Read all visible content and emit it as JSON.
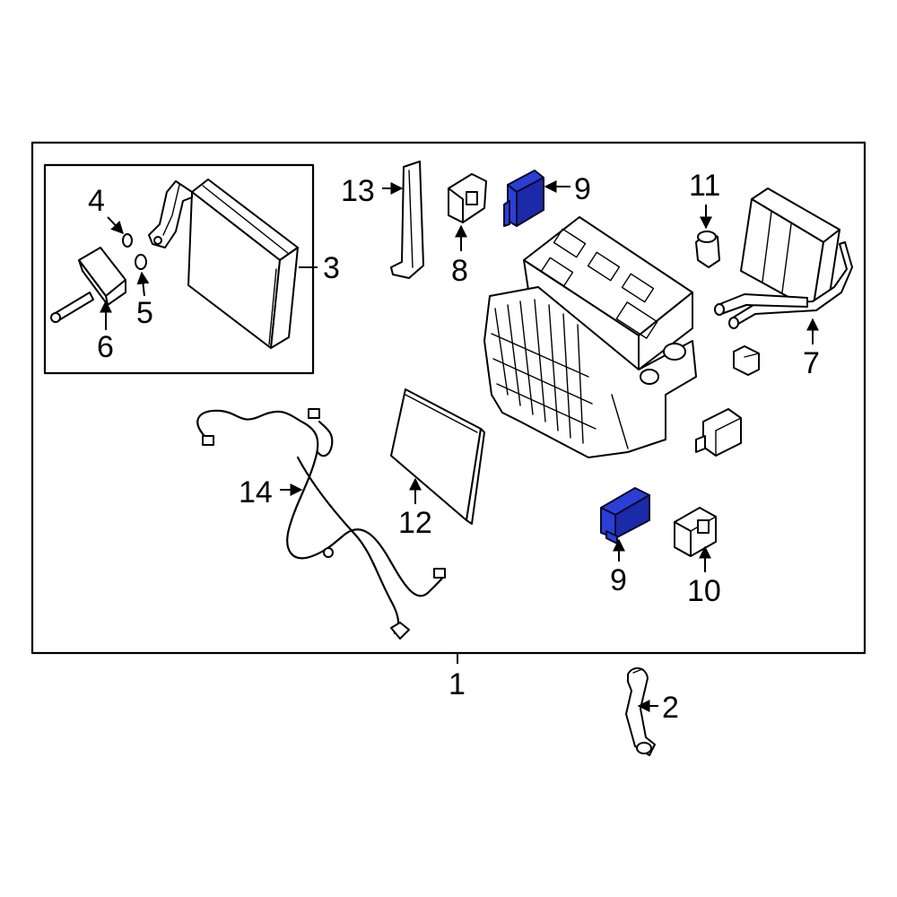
{
  "callouts": {
    "c1": "1",
    "c2": "2",
    "c3": "3",
    "c4": "4",
    "c5": "5",
    "c6": "6",
    "c7": "7",
    "c8": "8",
    "c9a": "9",
    "c9b": "9",
    "c10": "10",
    "c11": "11",
    "c12": "12",
    "c13": "13",
    "c14": "14"
  },
  "colors": {
    "highlight": "#2b3fd6",
    "line": "#000000",
    "background": "#ffffff"
  }
}
